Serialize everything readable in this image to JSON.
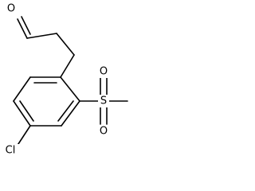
{
  "colors": {
    "bond": "#000000",
    "background": "#ffffff"
  },
  "molecule": {
    "atoms": {
      "aldehyde_oxygen": "O",
      "sulfur": "S",
      "sulfonyl_oxygen_upper": "O",
      "sulfonyl_oxygen_lower": "O",
      "chlorine": "Cl"
    }
  }
}
